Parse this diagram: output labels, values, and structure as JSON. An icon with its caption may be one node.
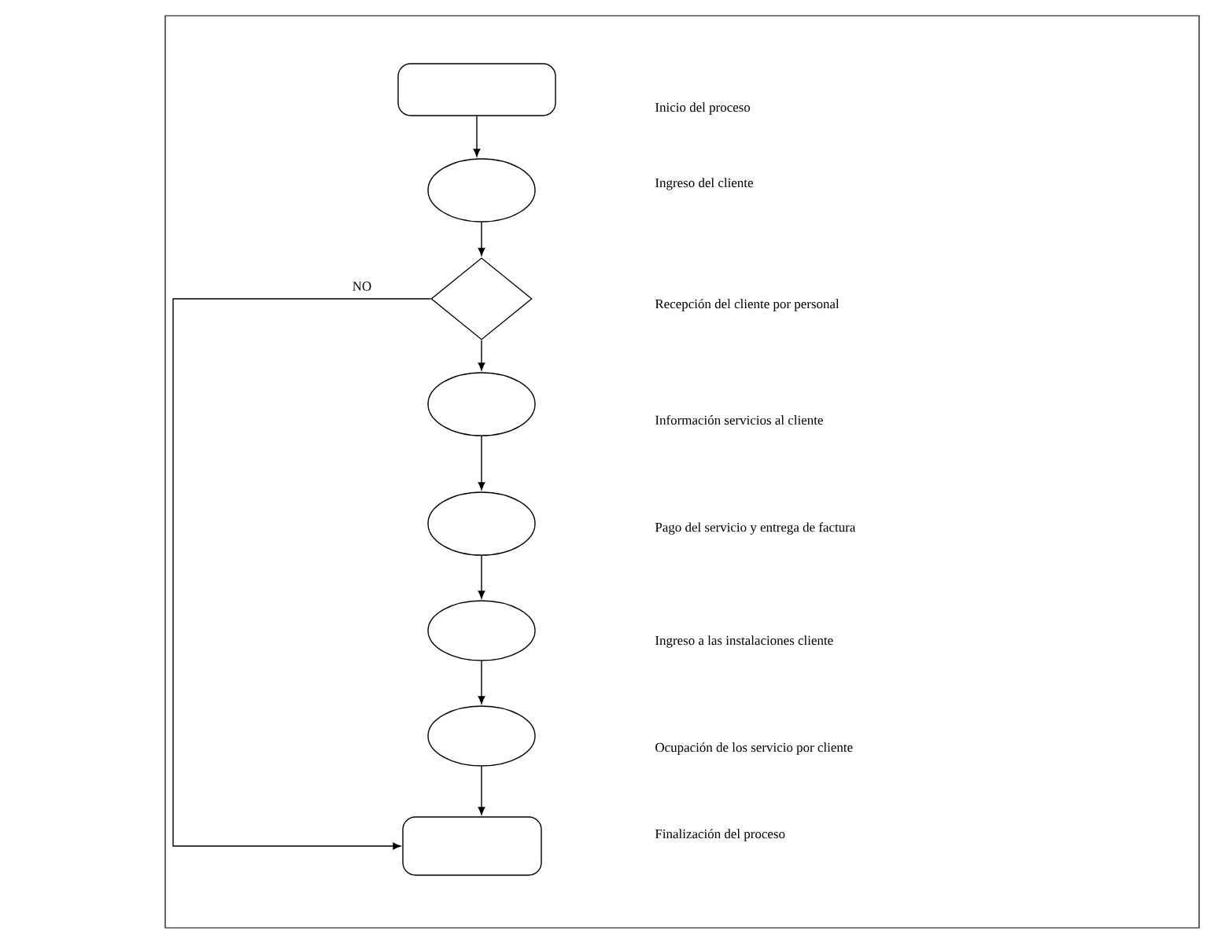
{
  "diagram": {
    "nodes": [
      {
        "text": [],
        "shape": "box"
      },
      {
        "text": [],
        "shape": "circle"
      },
      {
        "text": [],
        "shape": "diamond"
      },
      {
        "text": [],
        "shape": "circle"
      },
      {
        "text": [],
        "shape": "circle"
      },
      {
        "text": [],
        "shape": "circle"
      },
      {
        "text": [],
        "shape": "circle"
      },
      {
        "text": [],
        "shape": "box"
      }
    ],
    "edges": [
      {
        "from": 0,
        "to": 1,
        "arrow": "to"
      },
      {
        "from": 1,
        "to": 2,
        "arrow": "to"
      },
      {
        "from": 2,
        "to": 3,
        "arrow": "to"
      },
      {
        "from": 3,
        "to": 4,
        "arrow": "to"
      },
      {
        "from": 4,
        "to": 5,
        "arrow": "to"
      },
      {
        "from": 5,
        "to": 6,
        "arrow": "to"
      },
      {
        "from": 6,
        "to": 7,
        "arrow": "to"
      },
      {
        "from": 2,
        "to": 7,
        "arrow": "to",
        "label": "NO"
      }
    ],
    "labels": [
      "Inicio del proceso",
      "Ingreso del cliente",
      "Recepción del cliente por personal",
      "Información servicios al cliente",
      "Pago del servicio y entrega de factura",
      "Ingreso a las instalaciones cliente",
      "Ocupación de los servicio por cliente",
      "Finalización del proceso"
    ]
  }
}
